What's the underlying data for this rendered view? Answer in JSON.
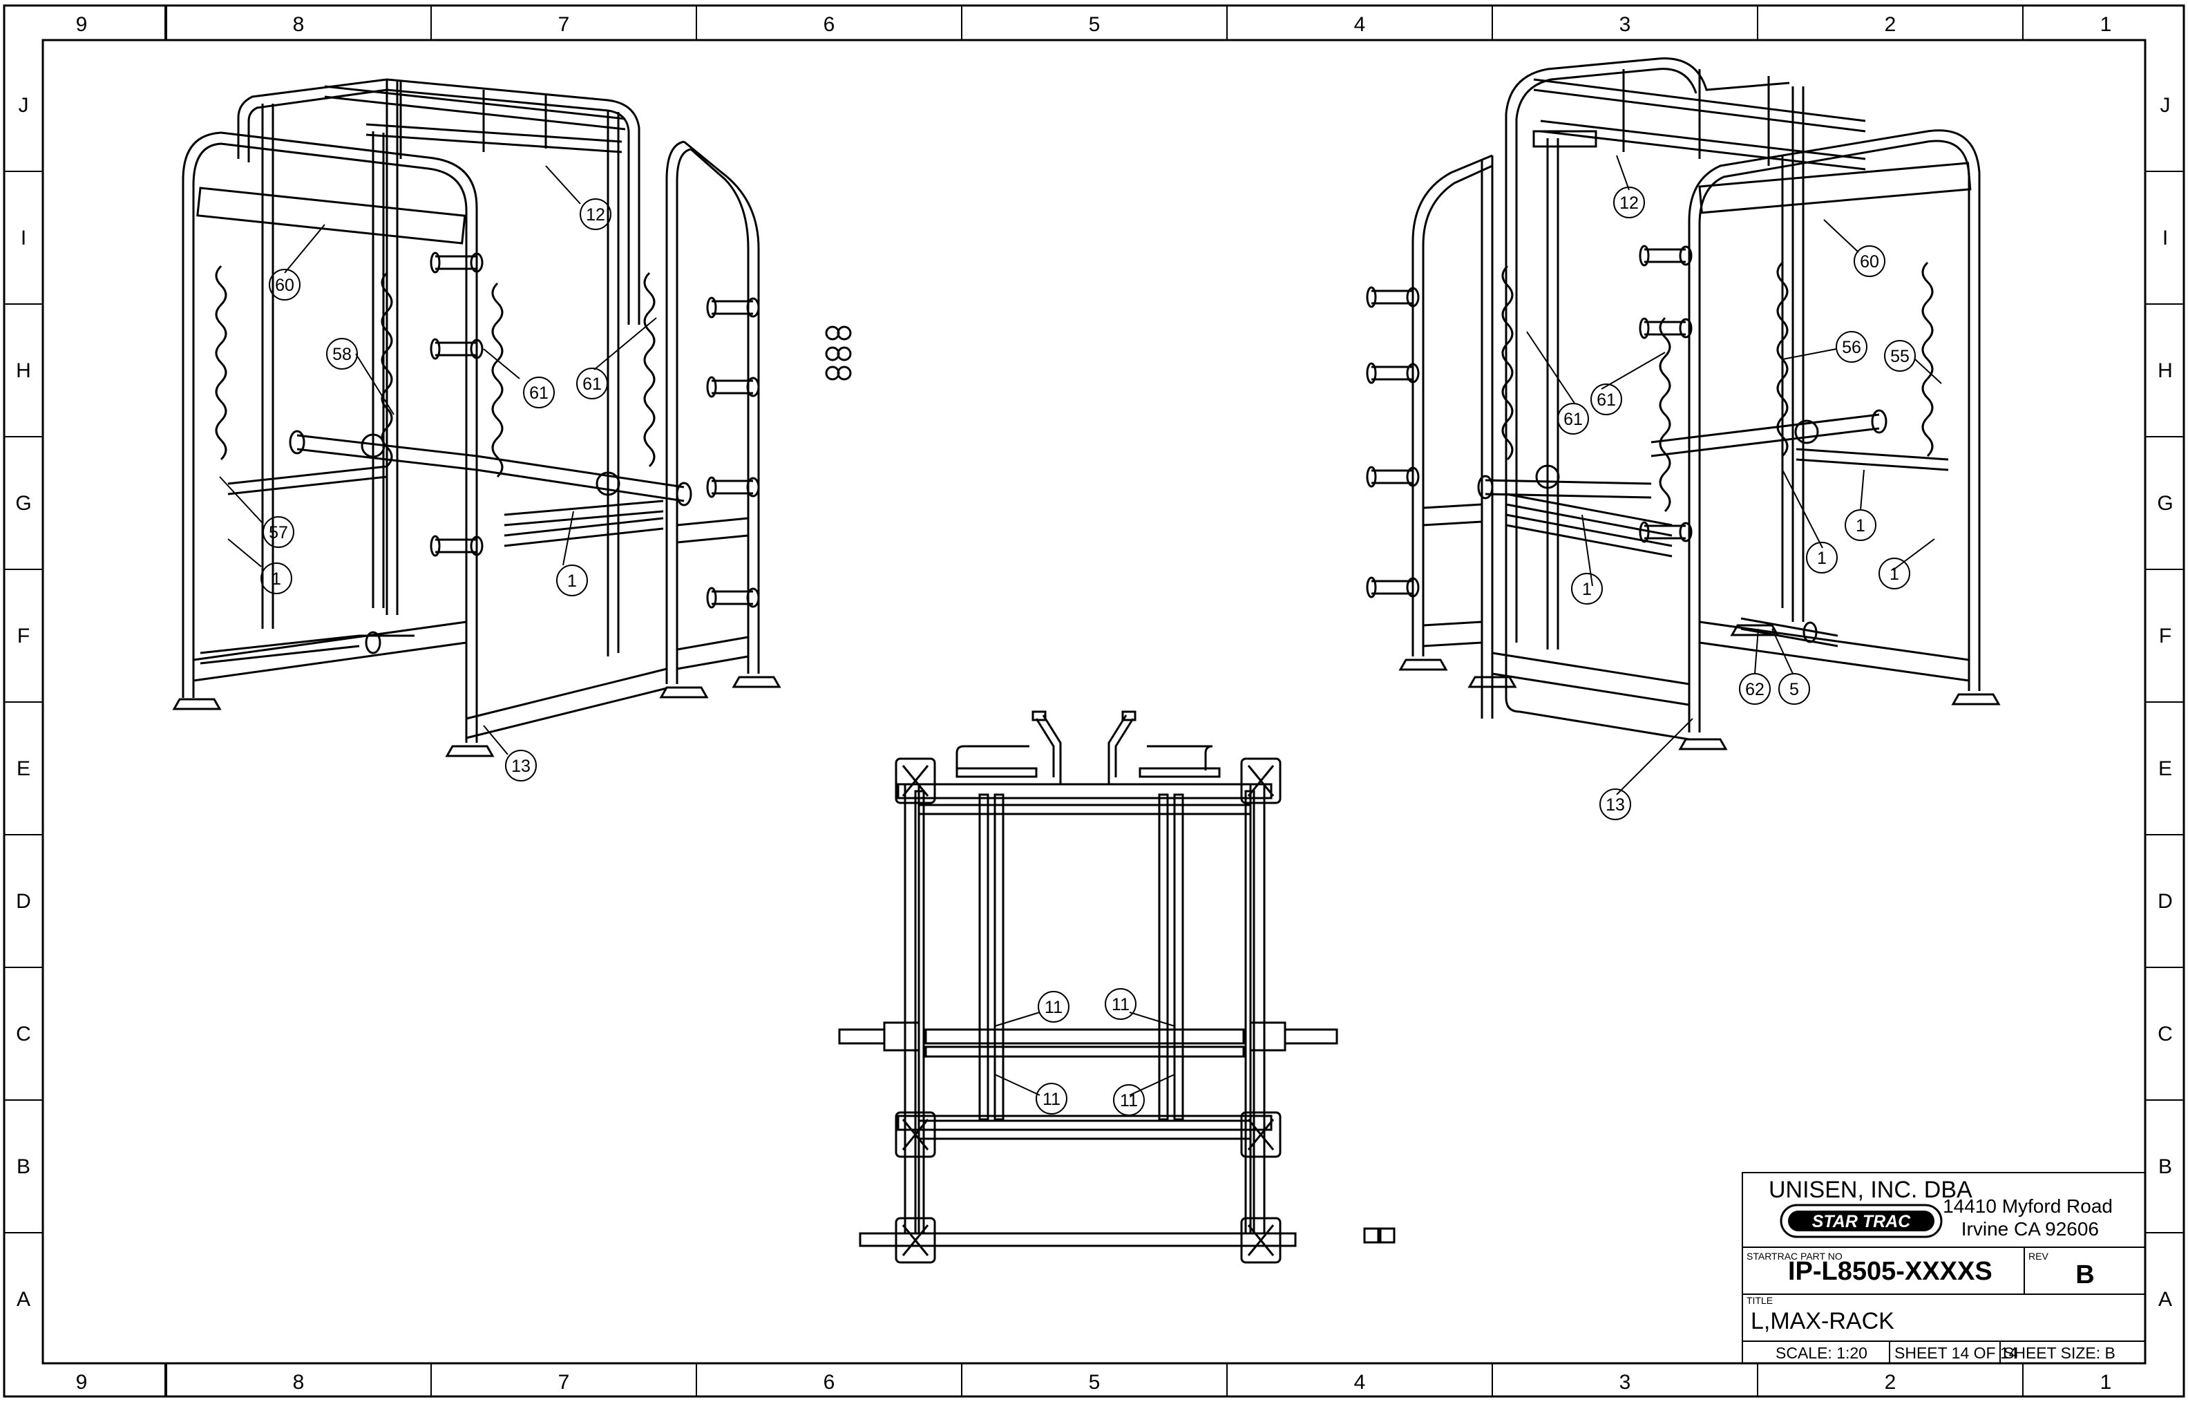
{
  "border": {
    "columns": [
      "9",
      "8",
      "7",
      "6",
      "5",
      "4",
      "3",
      "2",
      "1"
    ],
    "rows": [
      "J",
      "I",
      "H",
      "G",
      "F",
      "E",
      "D",
      "C",
      "B",
      "A"
    ]
  },
  "callouts": {
    "left": [
      "12",
      "60",
      "58",
      "61",
      "61",
      "57",
      "1",
      "1",
      "13"
    ],
    "right": [
      "12",
      "60",
      "56",
      "55",
      "61",
      "61",
      "1",
      "1",
      "1",
      "1",
      "62",
      "5",
      "13"
    ],
    "bottom": [
      "11",
      "11",
      "11",
      "11"
    ]
  },
  "title_block": {
    "company": "UNISEN, INC. DBA",
    "logo_text": "STAR TRAC",
    "address_line1": "14410 Myford Road",
    "address_line2": "Irvine CA 92606",
    "part_no_label": "STARTRAC PART NO",
    "part_no": "IP-L8505-XXXXS",
    "rev_label": "REV",
    "rev": "B",
    "title_label": "TITLE",
    "title": "L,MAX-RACK",
    "scale": "SCALE:  1:20",
    "sheet": "SHEET 14 OF 14",
    "sheet_size": "SHEET SIZE:  B"
  }
}
